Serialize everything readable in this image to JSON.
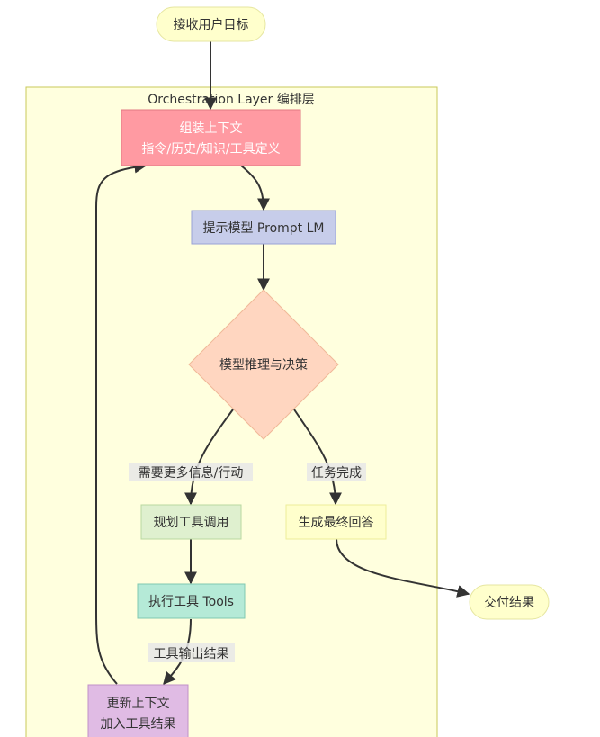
{
  "subgraph": {
    "title": "Orchestration Layer 编排层"
  },
  "nodes": {
    "receive_goal": {
      "label": "接收用户目标"
    },
    "assemble_context": {
      "line1": "组装上下文",
      "line2": "指令/历史/知识/工具定义"
    },
    "prompt_lm": {
      "label": "提示模型 Prompt LM"
    },
    "reason_decide": {
      "label": "模型推理与决策"
    },
    "plan_tool_call": {
      "label": "规划工具调用"
    },
    "final_answer": {
      "label": "生成最终回答"
    },
    "execute_tools": {
      "label": "执行工具 Tools"
    },
    "update_context": {
      "line1": "更新上下文",
      "line2": "加入工具结果"
    },
    "deliver_result": {
      "label": "交付结果"
    }
  },
  "edges": {
    "need_more_info": {
      "label": "需要更多信息/行动"
    },
    "task_done": {
      "label": "任务完成"
    },
    "tool_output": {
      "label": "工具输出结果"
    }
  },
  "colors": {
    "terminal_fill": "#ffffcc",
    "terminal_stroke": "#e6e6a0",
    "subgraph_fill": "#ffffde",
    "subgraph_stroke": "#c8c85a",
    "assemble_fill": "#ff9aa2",
    "assemble_stroke": "#e07882",
    "prompt_fill": "#c7cdea",
    "prompt_stroke": "#9aa2d6",
    "decision_fill": "#ffd6c0",
    "decision_stroke": "#f0b898",
    "plan_fill": "#dff0cf",
    "plan_stroke": "#b8d8a0",
    "answer_fill": "#ffffcc",
    "answer_stroke": "#eeee99",
    "tools_fill": "#b5ead7",
    "tools_stroke": "#80c8b0",
    "update_fill": "#e0bbe4",
    "update_stroke": "#c090c8",
    "edge": "#333333"
  }
}
